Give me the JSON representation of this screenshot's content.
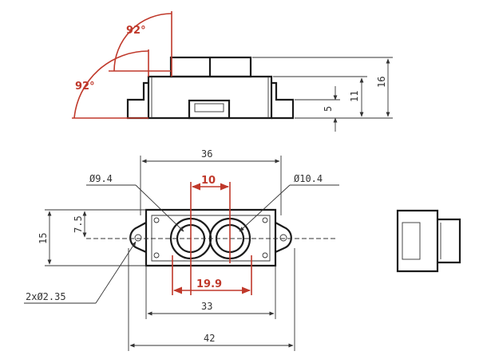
{
  "labels": {
    "angle_top": "92°",
    "angle_bottom": "92°",
    "height_16": "16",
    "height_11": "11",
    "height_5": "5",
    "width_36": "36",
    "width_10": "10",
    "diameter_9_4": "Ø9.4",
    "diameter_10_4": "Ø10.4",
    "height_15": "15",
    "height_7_5": "7.5",
    "width_19_9": "19.9",
    "width_33": "33",
    "width_42": "42",
    "holes": "2xØ2.35"
  },
  "colors": {
    "outline": "#1a1a1a",
    "dimension": "#333333",
    "accent": "#c0392b"
  }
}
